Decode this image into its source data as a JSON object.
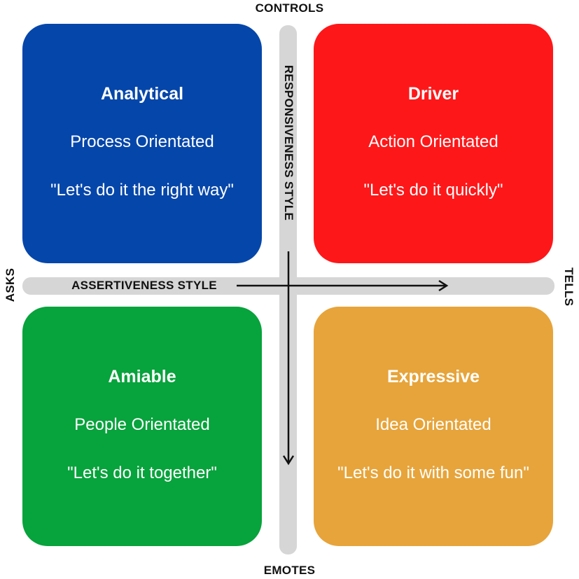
{
  "axes": {
    "top": "CONTROLS",
    "bottom": "EMOTES",
    "left": "ASKS",
    "right": "TELLS",
    "horizontal_title": "ASSERTIVENESS STYLE",
    "vertical_title": "RESPONSIVENESS STYLE"
  },
  "quadrants": {
    "top_left": {
      "title": "Analytical",
      "orientation": "Process Orientated",
      "quote": "\"Let's do it the right way\"",
      "color": "#0546aa"
    },
    "top_right": {
      "title": "Driver",
      "orientation": "Action Orientated",
      "quote": "\"Let's do it quickly\"",
      "color": "#fe1719"
    },
    "bottom_left": {
      "title": "Amiable",
      "orientation": "People Orientated",
      "quote": "\"Let's do it together\"",
      "color": "#07a33c"
    },
    "bottom_right": {
      "title": "Expressive",
      "orientation": "Idea Orientated",
      "quote": "\"Let's do it with some fun\"",
      "color": "#e7a43a"
    }
  }
}
